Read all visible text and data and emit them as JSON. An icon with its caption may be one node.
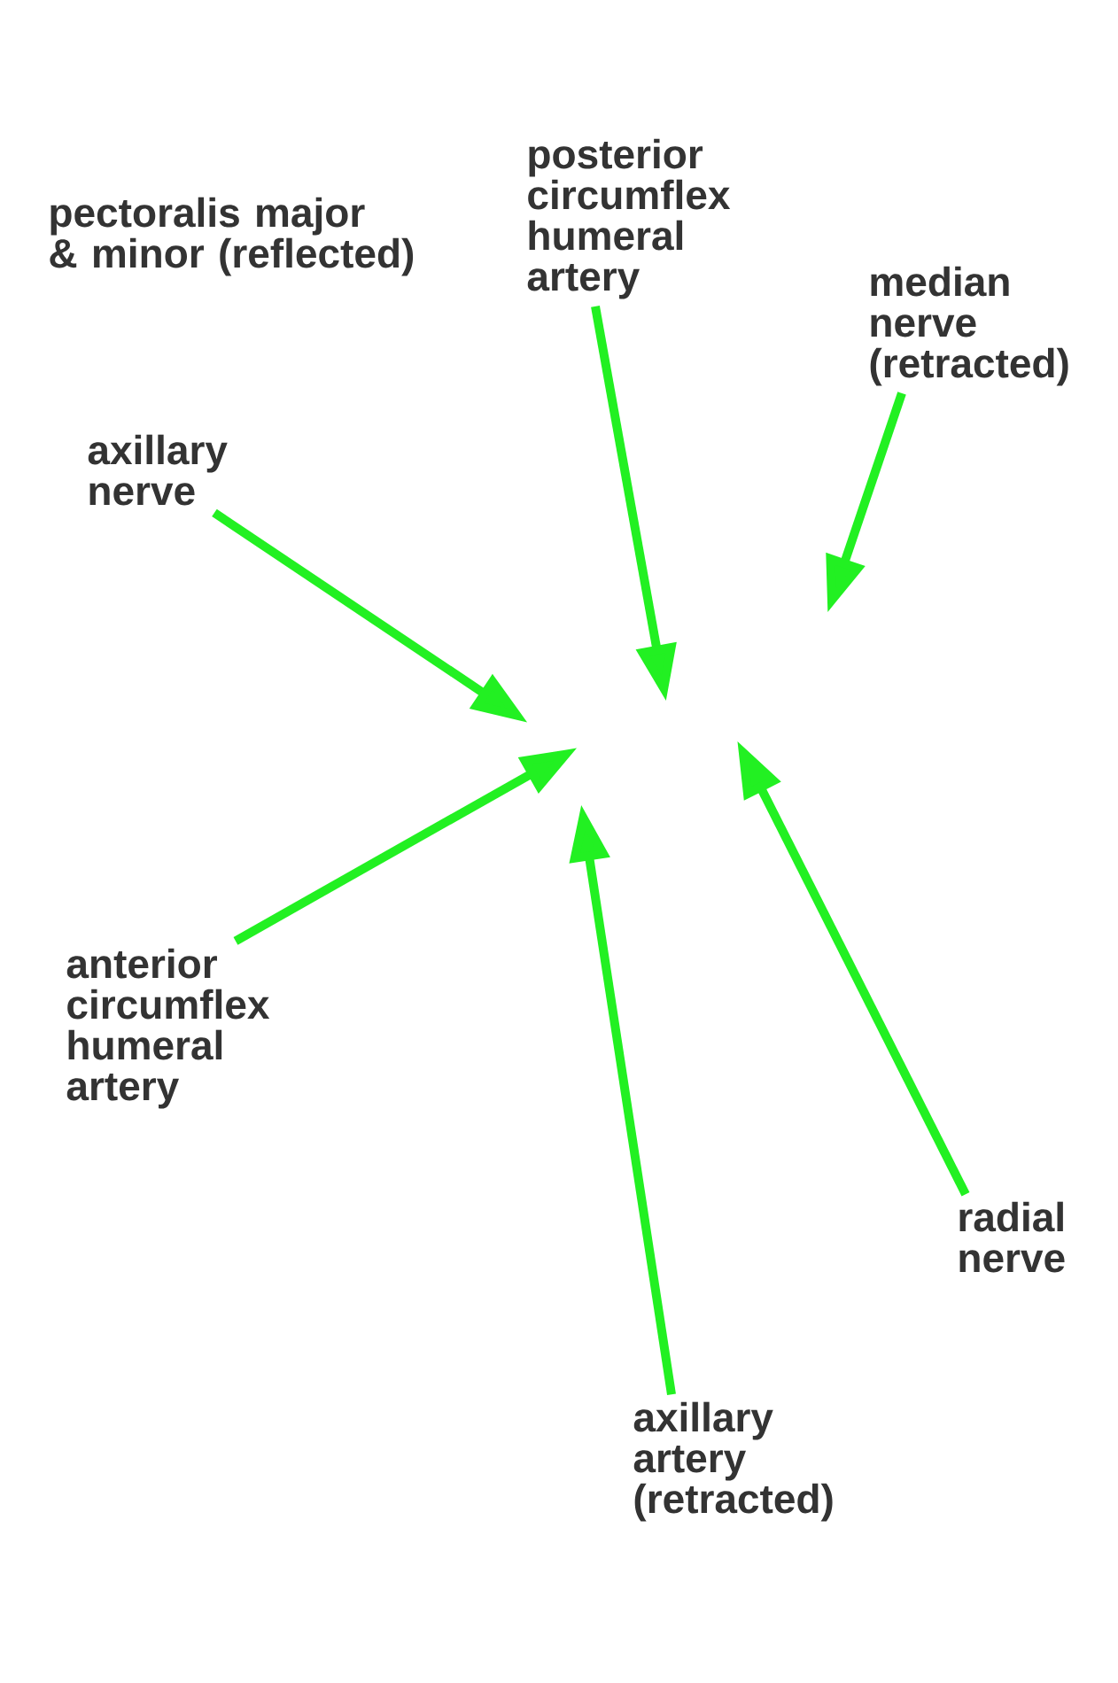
{
  "diagram": {
    "nodes": [
      {
        "text": [
          "posterior circumflex humeral artery"
        ]
      },
      {
        "text": [
          "median nerve (retracted)"
        ]
      },
      {
        "text": [
          "axillary nerve"
        ]
      },
      {
        "text": [
          "anterior circumflex humeral artery"
        ]
      },
      {
        "text": [
          "radial nerve"
        ]
      },
      {
        "text": [
          "axillary artery (retracted)"
        ]
      }
    ],
    "edges": [
      {
        "from": 0,
        "to": null,
        "arrow": "to"
      },
      {
        "from": 1,
        "to": null,
        "arrow": "to"
      },
      {
        "from": 2,
        "to": null,
        "arrow": "to"
      },
      {
        "from": 3,
        "to": null,
        "arrow": "to"
      },
      {
        "from": 4,
        "to": null,
        "arrow": "to"
      },
      {
        "from": 5,
        "to": null,
        "arrow": "to"
      }
    ],
    "labels": [
      "pectoralis major & minor (reflected)"
    ]
  }
}
